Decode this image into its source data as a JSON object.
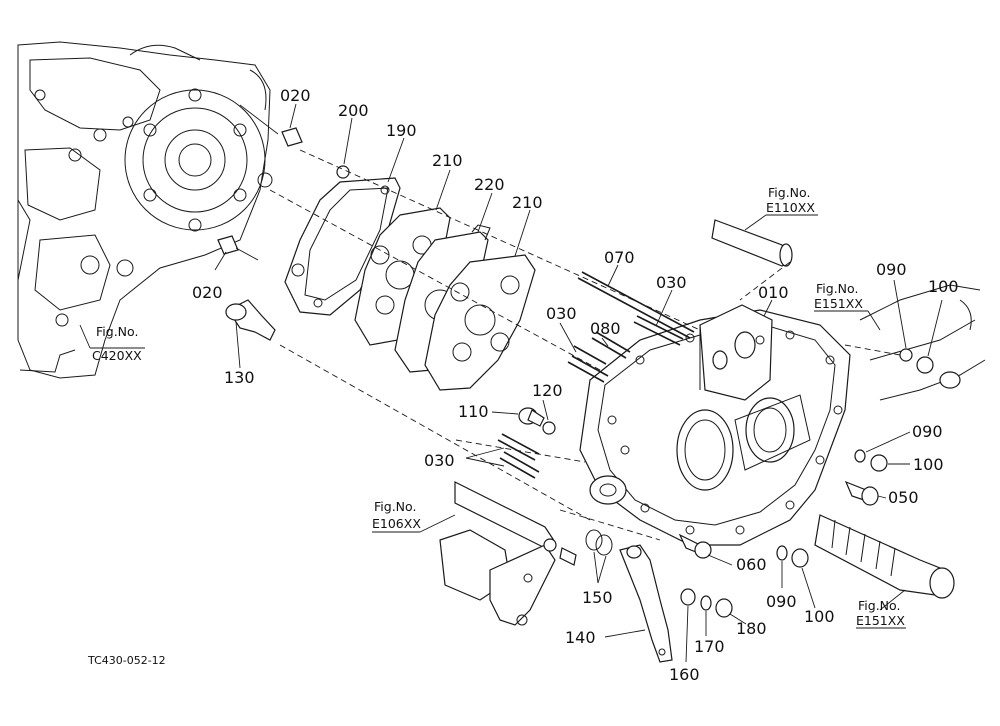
{
  "parts": {
    "p010": "010",
    "p020a": "020",
    "p020b": "020",
    "p030a": "030",
    "p030b": "030",
    "p030c": "030",
    "p050": "050",
    "p060": "060",
    "p070": "070",
    "p080": "080",
    "p090a": "090",
    "p090b": "090",
    "p090c": "090",
    "p100a": "100",
    "p100b": "100",
    "p100c": "100",
    "p110": "110",
    "p120": "120",
    "p130": "130",
    "p140": "140",
    "p150": "150",
    "p160": "160",
    "p170": "170",
    "p180": "180",
    "p190": "190",
    "p200": "200",
    "p210a": "210",
    "p210b": "210",
    "p220": "220"
  },
  "figrefs": {
    "c420": {
      "title": "Fig.No.",
      "code": "C420XX"
    },
    "e110": {
      "title": "Fig.No.",
      "code": "E110XX"
    },
    "e151a": {
      "title": "Fig.No.",
      "code": "E151XX"
    },
    "e106": {
      "title": "Fig.No.",
      "code": "E106XX"
    },
    "e151b": {
      "title": "Fig.No.",
      "code": "E151XX"
    }
  },
  "drawing_code": "TC430-052-12"
}
